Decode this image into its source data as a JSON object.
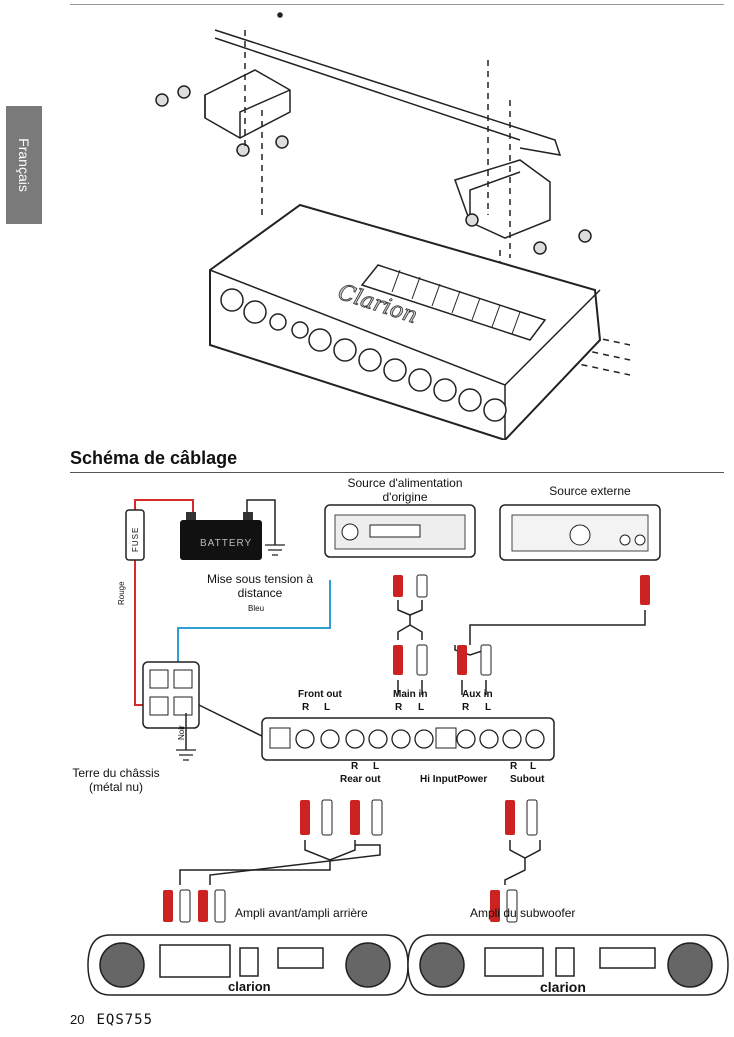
{
  "side_tab": {
    "label": "Français"
  },
  "section": {
    "title": "Schéma de câblage"
  },
  "labels": {
    "power_source": "Source d'alimentation\nd'origine",
    "external_source": "Source externe",
    "battery": "BATTERY",
    "fuse": "FUSE",
    "red_wire": "Rouge",
    "remote_power": "Mise sous tension à\ndistance",
    "blue_wire": "Bleu",
    "black_wire": "Noir",
    "chassis_ground": "Terre du châssis\n(métal nu)",
    "front_out": "Front out",
    "main_in": "Main in",
    "aux_in": "Aux in",
    "r": "R",
    "l": "L",
    "rear_out": "Rear out",
    "hi_input_power": "Hi InputPower",
    "subout": "Subout",
    "amp_front_rear": "Ampli avant/ampli arrière",
    "amp_sub": "Ampli du subwoofer",
    "brand": "clarion",
    "eq_brand": "Clarion"
  },
  "footer": {
    "page_number": "20",
    "model": "EQS755"
  },
  "colors": {
    "red_wire": "#d42a2a",
    "blue_wire": "#2f9fd0",
    "tab": "#7a7a7a"
  }
}
